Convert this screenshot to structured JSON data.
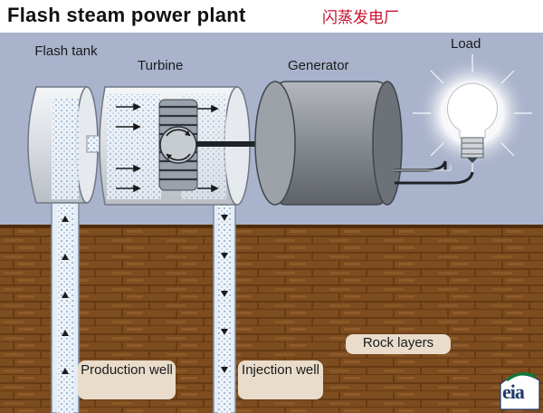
{
  "title": "Flash steam power plant",
  "title_cn": "闪蒸发电厂",
  "labels": {
    "flash_tank": "Flash tank",
    "turbine": "Turbine",
    "generator": "Generator",
    "load": "Load",
    "production_well": "Production well",
    "injection_well": "Injection well",
    "rock_layers": "Rock layers"
  },
  "logo_text": "eia",
  "colors": {
    "sky": "#aab3cc",
    "ground": "#7a4a1e",
    "ground_light": "#a06a34",
    "pipe": "#e4edf6",
    "metal": "#cfd3d8",
    "generator": "#8e9298",
    "title_cn": "#c8102e"
  },
  "icons": [
    "light-bulb-icon",
    "eia-logo-icon",
    "arrow-up-icon",
    "arrow-down-icon"
  ]
}
